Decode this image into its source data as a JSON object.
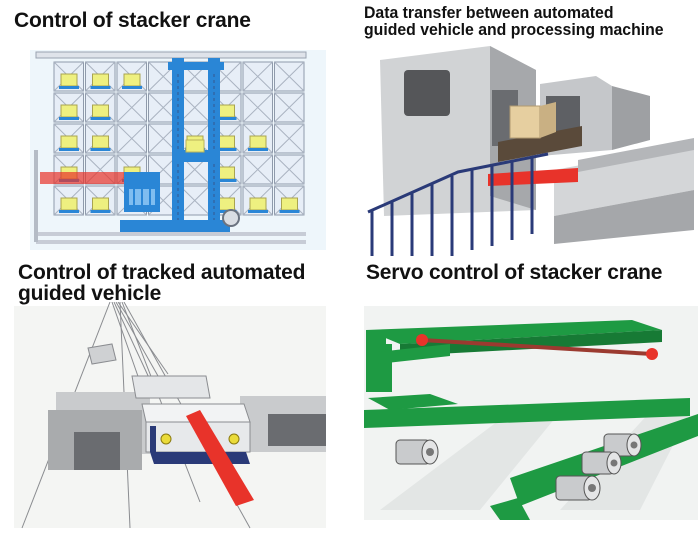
{
  "panels": [
    {
      "caption": "Control of stacker crane"
    },
    {
      "caption_lines": [
        "Data transfer between automated",
        "guided vehicle and processing machine"
      ]
    },
    {
      "caption_lines": [
        "Control of tracked automated",
        "guided vehicle"
      ]
    },
    {
      "caption": "Servo control of stacker crane"
    }
  ],
  "colors": {
    "crane_blue": "#2a86d6",
    "beam_red": "#e8332a",
    "package_yellow": "#eef080",
    "machine_grey": "#cfd0d2",
    "rail_green": "#1e9a43",
    "navy": "#2a3a78",
    "background": "#ffffff"
  }
}
